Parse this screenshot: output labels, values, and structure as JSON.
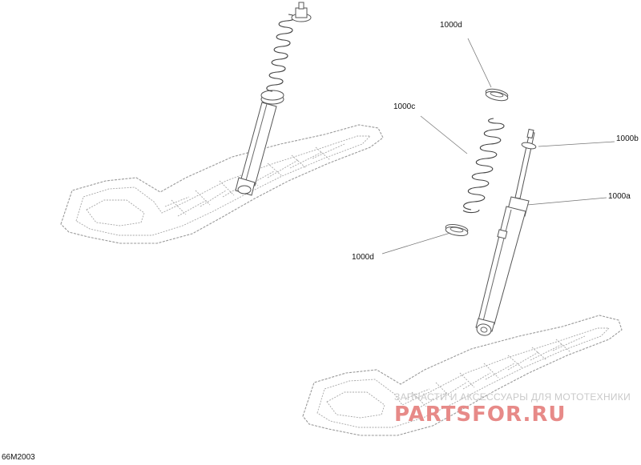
{
  "callouts": {
    "c1000d_top": "1000d",
    "c1000c": "1000c",
    "c1000b": "1000b",
    "c1000a": "1000a",
    "c1000d_bottom": "1000d"
  },
  "figure_code": "66M2003",
  "watermark": {
    "tagline": "ЗАПЧАСТИ И АКСЕССУАРЫ ДЛЯ МОТОТЕХНИКИ",
    "logo": "PARTSFOR.RU"
  },
  "colors": {
    "line": "#555555",
    "watermark_logo": "#e78a88",
    "watermark_text": "#c9c9c9"
  }
}
